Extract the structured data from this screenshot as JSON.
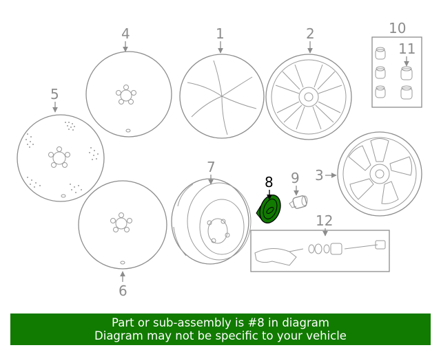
{
  "diagram": {
    "callouts": {
      "c1": "1",
      "c2": "2",
      "c3": "3",
      "c4": "4",
      "c5": "5",
      "c6": "6",
      "c7": "7",
      "c8": "8",
      "c9": "9",
      "c10": "10",
      "c11": "11",
      "c12": "12"
    },
    "highlight_color": "#117a00",
    "line_color": "#8c8c8c"
  },
  "banner": {
    "line1": "Part or sub-assembly is #8 in diagram",
    "line2": "Diagram may not be specific to your vehicle",
    "background": "#117a00"
  }
}
